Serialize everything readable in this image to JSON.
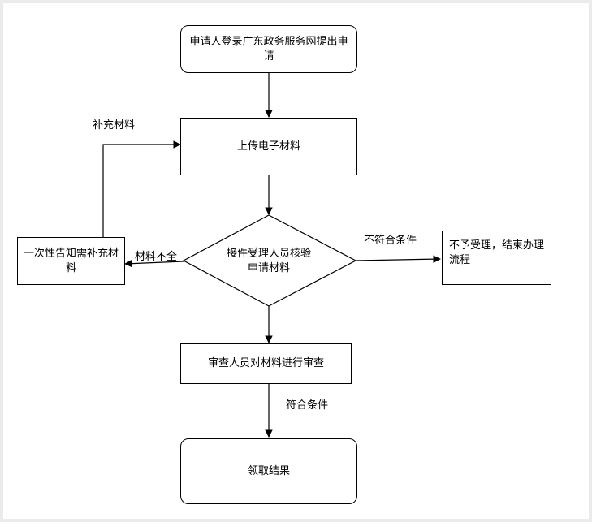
{
  "nodes": {
    "apply": "申请人登录广东政务服务网提出申请",
    "upload": "上传电子材料",
    "verify": "接件受理人员核验申请材料",
    "notify": "一次性告知需补充材料",
    "reject": "不予受理，结束办理流程",
    "review": "审查人员对材料进行审查",
    "result": "领取结果"
  },
  "edges": {
    "supplement": "补充材料",
    "incomplete": "材料不全",
    "not_qualified": "不符合条件",
    "qualified": "符合条件"
  }
}
